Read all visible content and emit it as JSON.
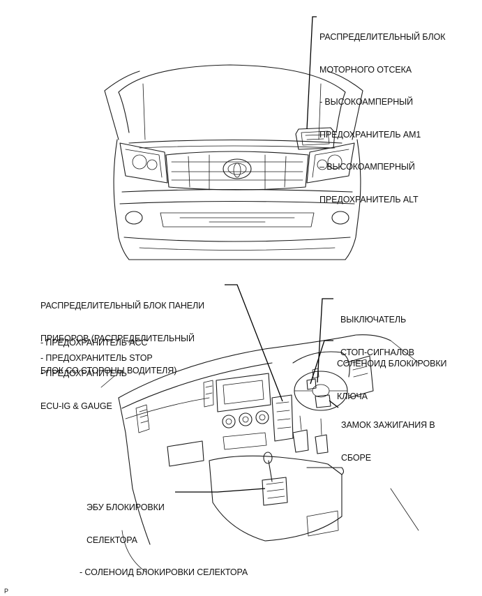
{
  "labels": {
    "engine_block": [
      "РАСПРЕДЕЛИТЕЛЬНЫЙ БЛОК",
      "МОТОРНОГО ОТСЕКА",
      "- ВЫСОКОАМПЕРНЫЙ",
      "ПРЕДОХРАНИТЕЛЬ AM1",
      "– ВЫСОКОАМПЕРНЫЙ",
      "ПРЕДОХРАНИТЕЛЬ ALT"
    ],
    "panel_block": [
      "РАСПРЕДЕЛИТЕЛЬНЫЙ БЛОК ПАНЕЛИ",
      "ПРИБОРОВ (РАСПРЕДЕЛИТЕЛЬНЫЙ",
      "БЛОК СО СТОРОНЫ ВОДИТЕЛЯ)"
    ],
    "fuse_acc": "- ПРЕДОХРАНИТЕЛЬ ACC",
    "fuse_stop": "- ПРЕДОХРАНИТЕЛЬ STOP",
    "fuse_ecu": [
      "- ПРЕДОХРАНИТЕЛЬ",
      "ECU-IG & GAUGE"
    ],
    "stop_switch": [
      "ВЫКЛЮЧАТЕЛЬ",
      "СТОП-СИГНАЛОВ"
    ],
    "key_solenoid": [
      "СОЛЕНОИД БЛОКИРОВКИ",
      "КЛЮЧА"
    ],
    "ignition": [
      "ЗАМОК ЗАЖИГАНИЯ В",
      "СБОРЕ"
    ],
    "shift_ecu": [
      "ЭБУ БЛОКИРОВКИ",
      "СЕЛЕКТОРА",
      "- СОЛЕНОИД БЛОКИРОВКИ СЕЛЕКТОРА"
    ],
    "corner_mark": "P"
  }
}
